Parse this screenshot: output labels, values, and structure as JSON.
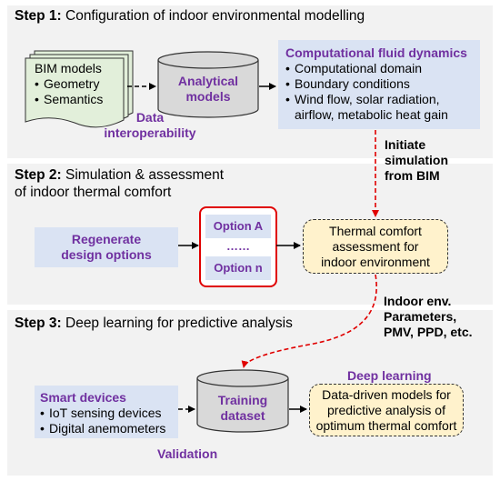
{
  "steps": [
    {
      "label": "Step 1:",
      "title": "Configuration of indoor environmental modelling"
    },
    {
      "label": "Step 2:",
      "title": "Simulation & assessment",
      "title2": "of indoor thermal comfort"
    },
    {
      "label": "Step 3:",
      "title": "Deep learning for predictive analysis"
    }
  ],
  "bim": {
    "title": "BIM models",
    "items": [
      "Geometry",
      "Semantics"
    ]
  },
  "analytical": {
    "line1": "Analytical",
    "line2": "models"
  },
  "interop": {
    "line1": "Data",
    "line2": "interoperability"
  },
  "cfd": {
    "title": "Computational fluid dynamics",
    "items": [
      "Computational domain",
      "Boundary conditions",
      "Wind flow, solar radiation,"
    ],
    "continuation": "airflow, metabolic heat gain"
  },
  "initiate": {
    "line1": "Initiate",
    "line2": "simulation",
    "line3": "from BIM"
  },
  "regen": {
    "line1": "Regenerate",
    "line2": "design options"
  },
  "options": {
    "a": "Option A",
    "dots": "……",
    "n": "Option n"
  },
  "thermal": {
    "line1": "Thermal comfort",
    "line2": "assessment for",
    "line3": "indoor environment"
  },
  "indoor": {
    "line1": "Indoor env.",
    "line2": "Parameters,",
    "line3": "PMV, PPD, etc."
  },
  "smart": {
    "title": "Smart devices",
    "items": [
      "IoT sensing devices",
      "Digital anemometers"
    ]
  },
  "training": {
    "line1": "Training",
    "line2": "dataset"
  },
  "deep": {
    "title": "Deep learning",
    "line1": "Data-driven models for",
    "line2": "predictive analysis of",
    "line3": "optimum thermal comfort"
  },
  "validation": "Validation",
  "colors": {
    "panel": "#f2f2f2",
    "blue_box": "#dae3f3",
    "yellow_box": "#fff2cc",
    "purple": "#7030a0",
    "red": "#e00000"
  }
}
